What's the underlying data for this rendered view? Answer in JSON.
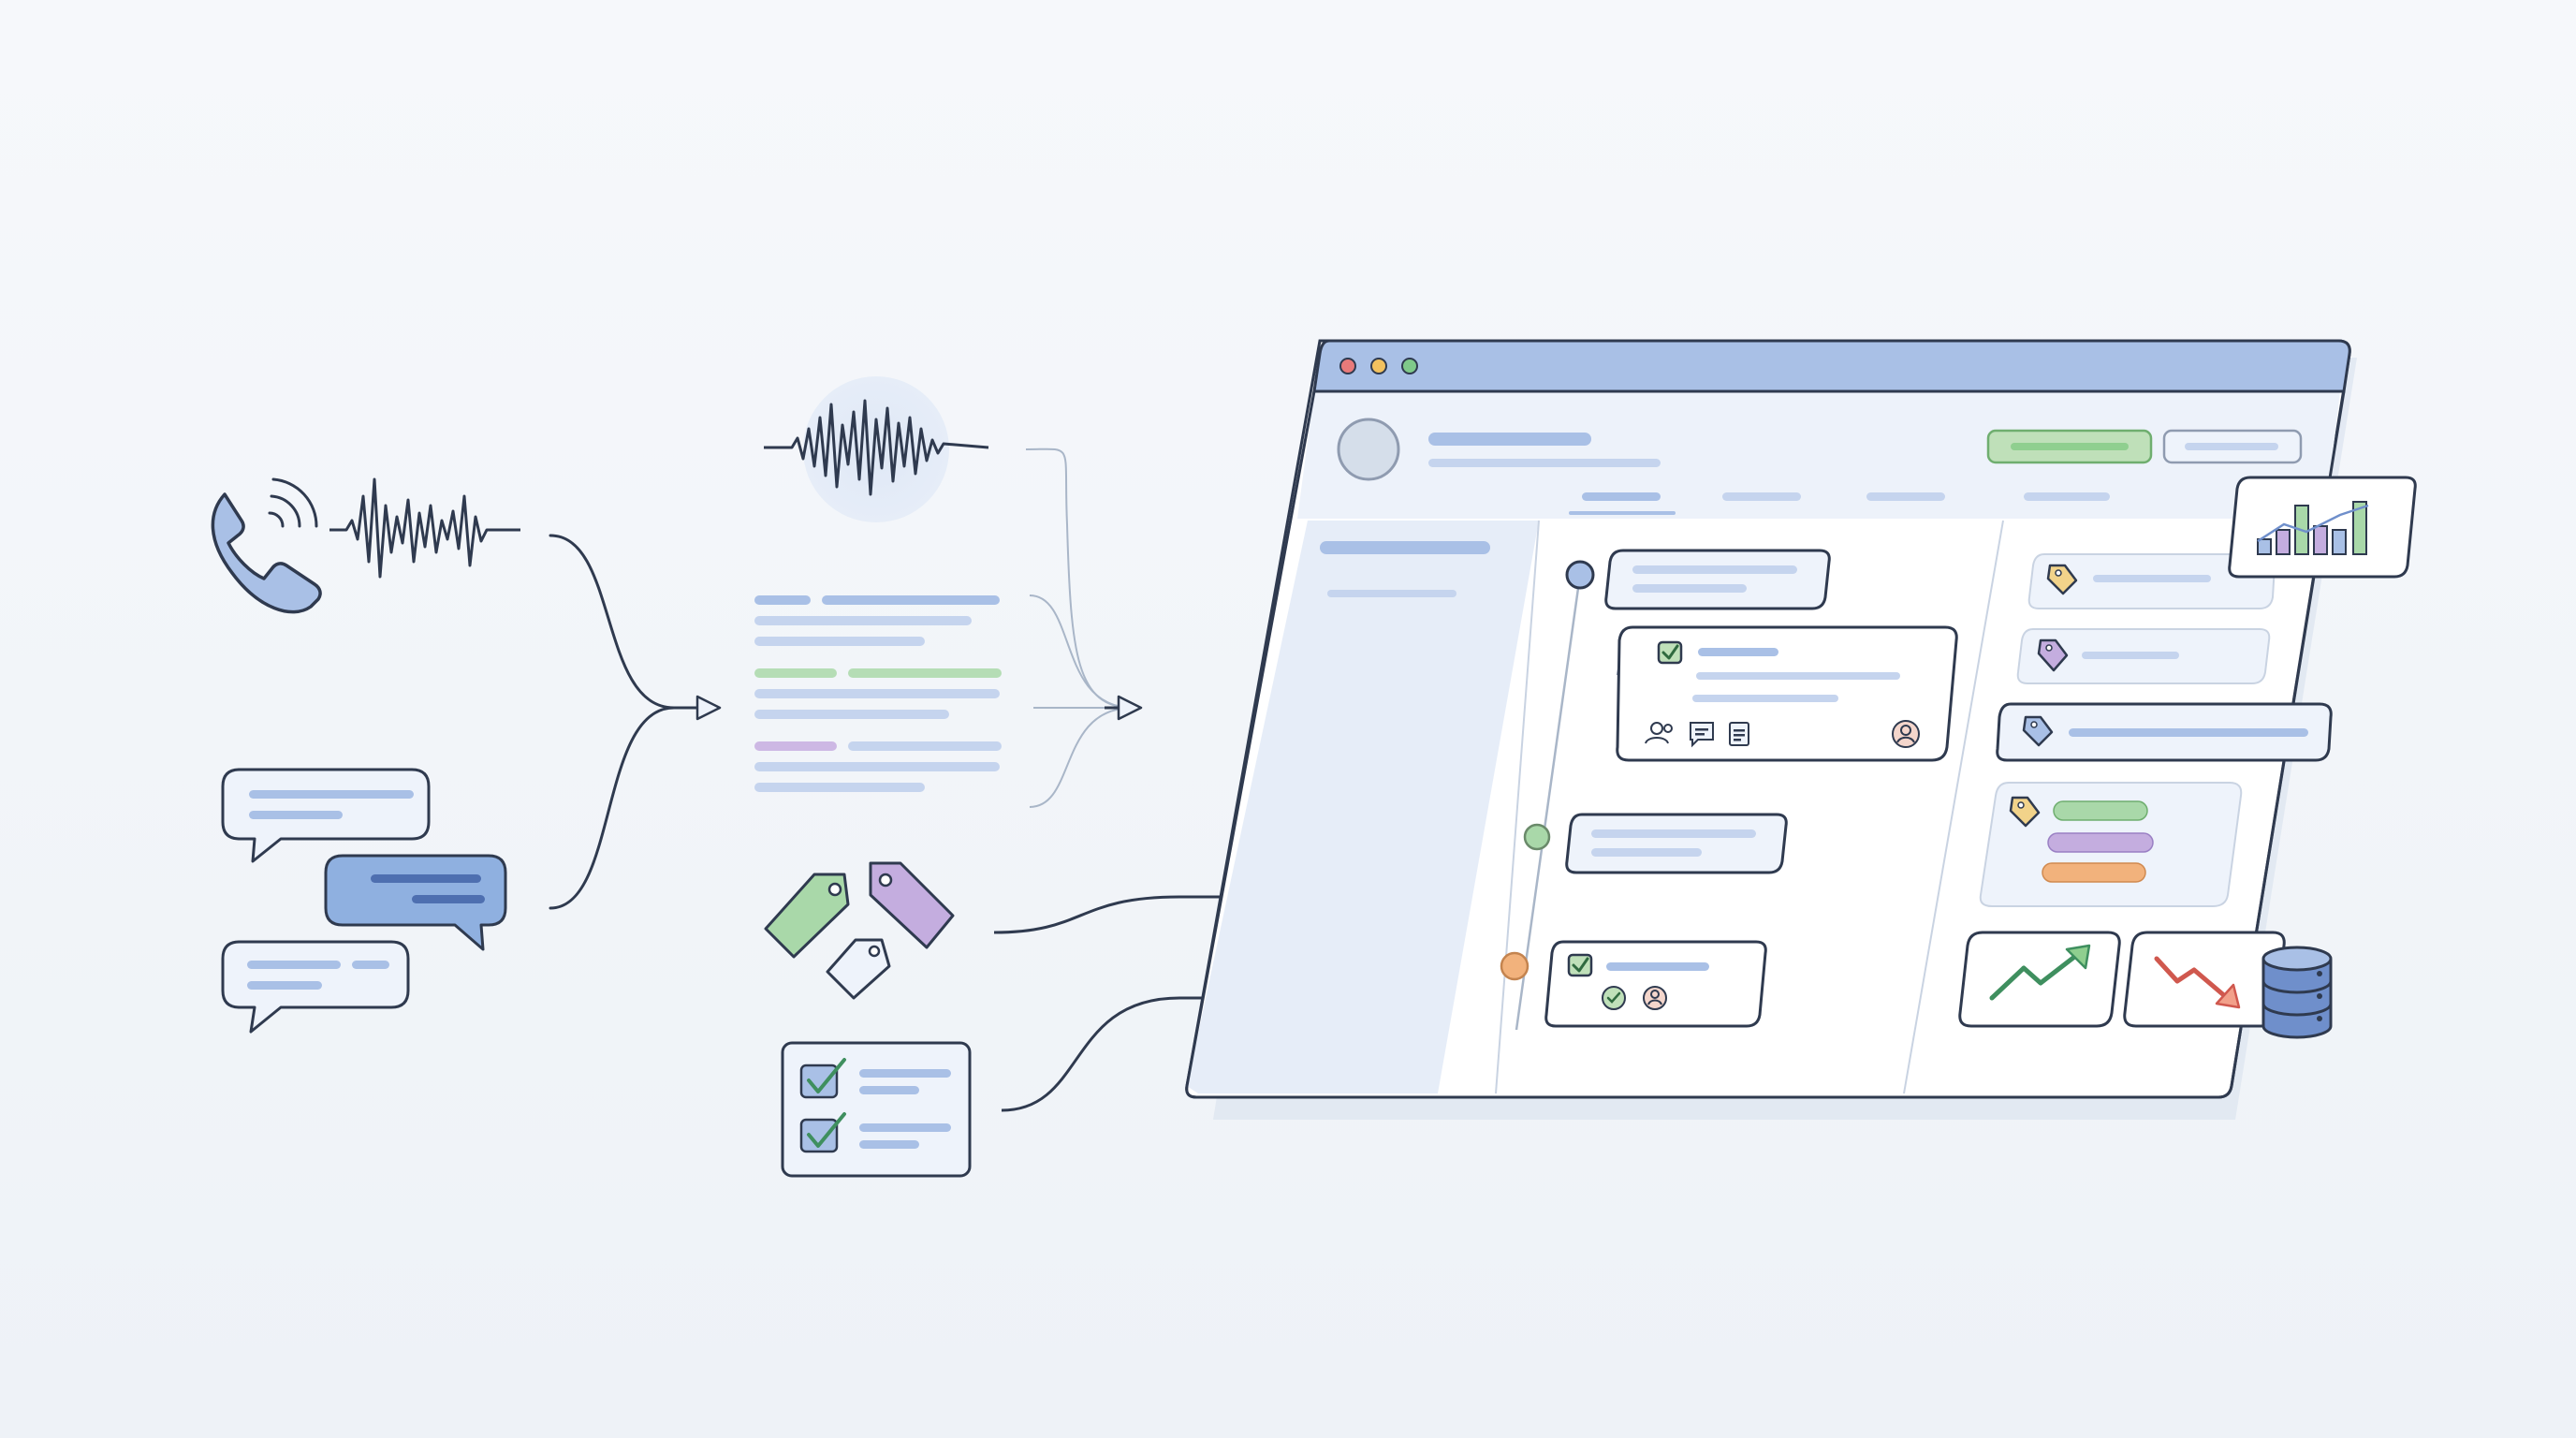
{
  "colors": {
    "background": "#f2f5f9",
    "outline": "#2f3a4f",
    "accent_blue": "#a9c0e6",
    "accent_blue_dark": "#6f8fcb",
    "card_fill": "#eef3fb",
    "window_bar": "#a9c0e6",
    "green": "#8fcf8f",
    "purple": "#b9a3dc",
    "orange": "#f2b27c",
    "red_dot": "#e97a7a",
    "yellow_dot": "#f2c15f",
    "green_dot": "#7fc98a"
  },
  "inputs": {
    "call_audio": {
      "icons": [
        "phone-icon",
        "sound-waves-icon",
        "audio-waveform-icon"
      ]
    },
    "chat_messages": {
      "count": 3,
      "icons": [
        "chat-bubble-icon",
        "chat-bubble-icon",
        "chat-bubble-icon"
      ]
    }
  },
  "processing": {
    "items": [
      "audio-waveform-icon",
      "transcript-lines",
      "tag-icon",
      "checklist-icon"
    ],
    "summary_card": {
      "bullets": 3
    }
  },
  "dashboard": {
    "window_controls": [
      "close",
      "minimize",
      "maximize"
    ],
    "header": {
      "avatar": "avatar-icon",
      "buttons": 2,
      "tabs": 4
    },
    "timeline": {
      "events": 4,
      "dot_colors": [
        "#a9c0e6",
        "#8fcf8f",
        "#f2b27c"
      ]
    },
    "right_panel": {
      "tags": [
        "tag-icon",
        "tag-icon",
        "tag-icon",
        "tag-icon"
      ],
      "tag_colors": [
        "#f2d38a",
        "#b9a3dc",
        "#a9c0e6",
        "#f2d38a"
      ],
      "bars": [
        "#8fcf8f",
        "#b9a3dc",
        "#f2b27c"
      ],
      "trend_up": "trend-up-icon",
      "trend_down": "trend-down-icon",
      "database": "database-icon",
      "chart": "bar-chart-icon"
    }
  }
}
